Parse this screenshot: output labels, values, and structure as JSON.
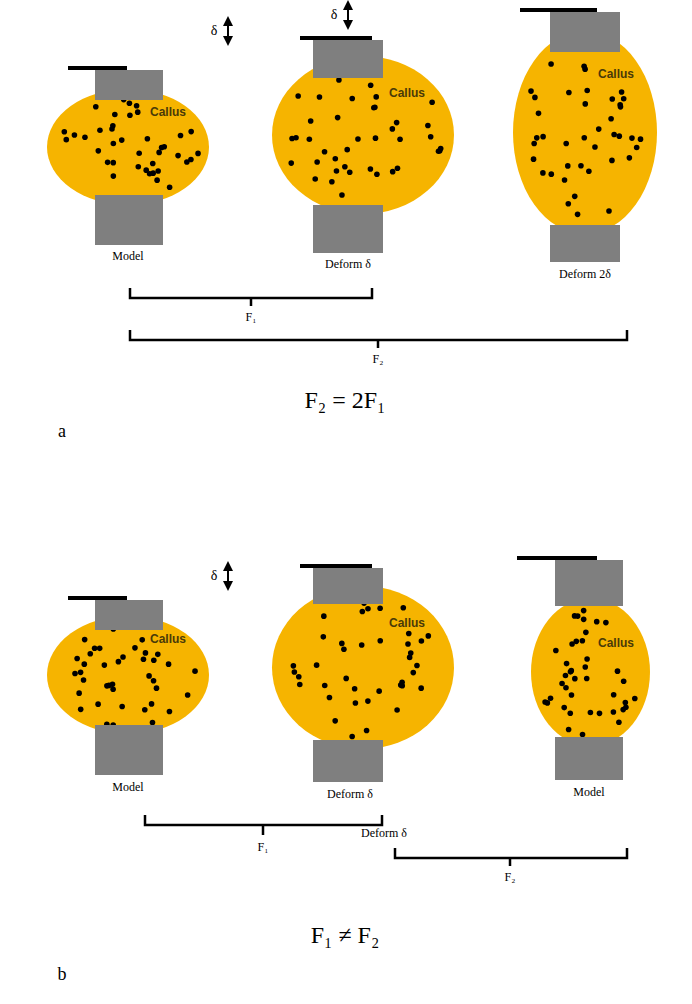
{
  "diagram": {
    "nodes": [
      {
        "text": [
          "Callus"
        ]
      },
      {
        "text": [
          "Callus"
        ]
      },
      {
        "text": [
          "Callus"
        ]
      },
      {
        "text": [
          "Callus"
        ]
      },
      {
        "text": [
          "Callus"
        ]
      },
      {
        "text": [
          "Callus"
        ]
      }
    ],
    "labels": [
      "δ",
      "δ",
      "Model",
      "Deform δ",
      "Deform 2δ",
      "F₁",
      "F₂",
      "F₂ = 2F₁",
      "a",
      "δ",
      "Model",
      "Deform δ",
      "Model",
      "Deform δ",
      "F₁",
      "F₂",
      "F₁ ≠ F₂",
      "b"
    ]
  }
}
